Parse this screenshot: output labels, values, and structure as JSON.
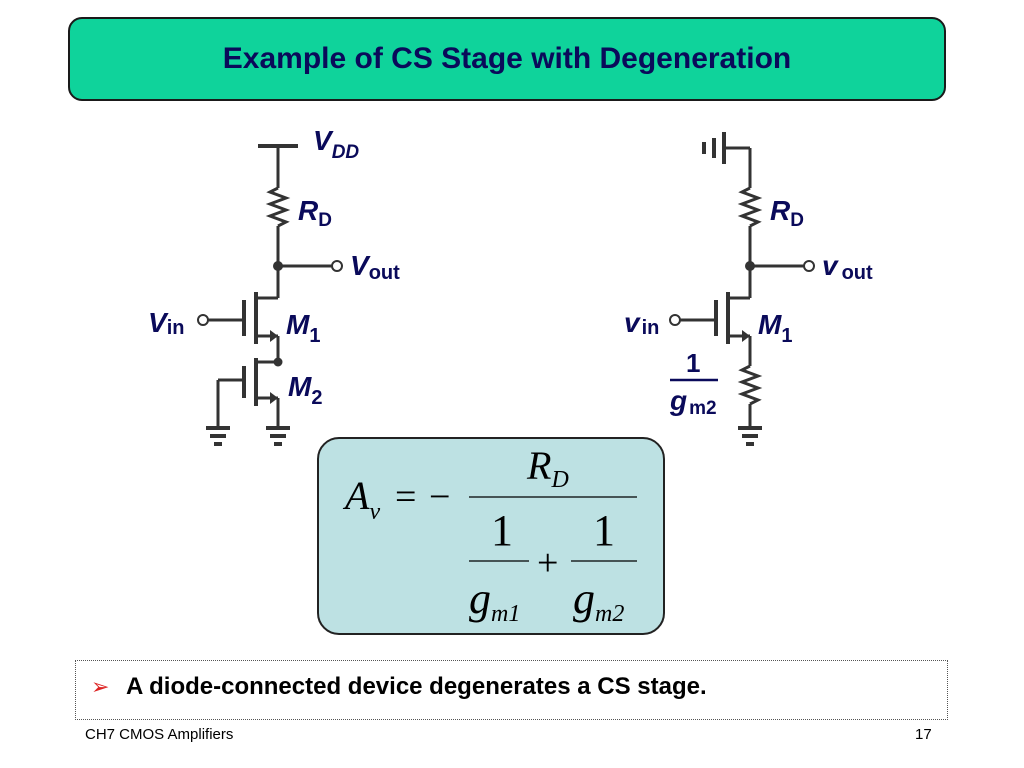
{
  "slide": {
    "title": "Example of CS Stage with Degeneration",
    "bullet": "A diode-connected device degenerates a CS stage.",
    "footer_left": "CH7 CMOS Amplifiers",
    "page_number": "17"
  },
  "left_circuit": {
    "supply": {
      "main": "V",
      "sub": "DD"
    },
    "resistor": {
      "main": "R",
      "sub": "D"
    },
    "output": {
      "main": "V",
      "sub": "out"
    },
    "input": {
      "main": "V",
      "sub": "in"
    },
    "m1": {
      "main": "M",
      "sub": "1"
    },
    "m2": {
      "main": "M",
      "sub": "2"
    }
  },
  "right_circuit": {
    "resistor": {
      "main": "R",
      "sub": "D"
    },
    "output": {
      "main": "v",
      "sub": "out"
    },
    "input": {
      "main": "v",
      "sub": "in"
    },
    "m1": {
      "main": "M",
      "sub": "1"
    },
    "source_res_num": "1",
    "source_res_den": {
      "main": "g",
      "sub": "m2"
    }
  },
  "formula": {
    "lhs": {
      "main": "A",
      "sub": "v"
    },
    "equals": "=",
    "minus": "−",
    "numerator": {
      "main": "R",
      "sub": "D"
    },
    "term1_num": "1",
    "term1_den": {
      "main": "g",
      "sub": "m1"
    },
    "plus": "+",
    "term2_num": "1",
    "term2_den": {
      "main": "g",
      "sub": "m2"
    }
  },
  "colors": {
    "title_bg": "#0fd39b",
    "title_text": "#0a0a5a",
    "label": "#0a0a5a",
    "formula_bg": "#bde1e3",
    "bullet_arrow": "#d22222"
  }
}
